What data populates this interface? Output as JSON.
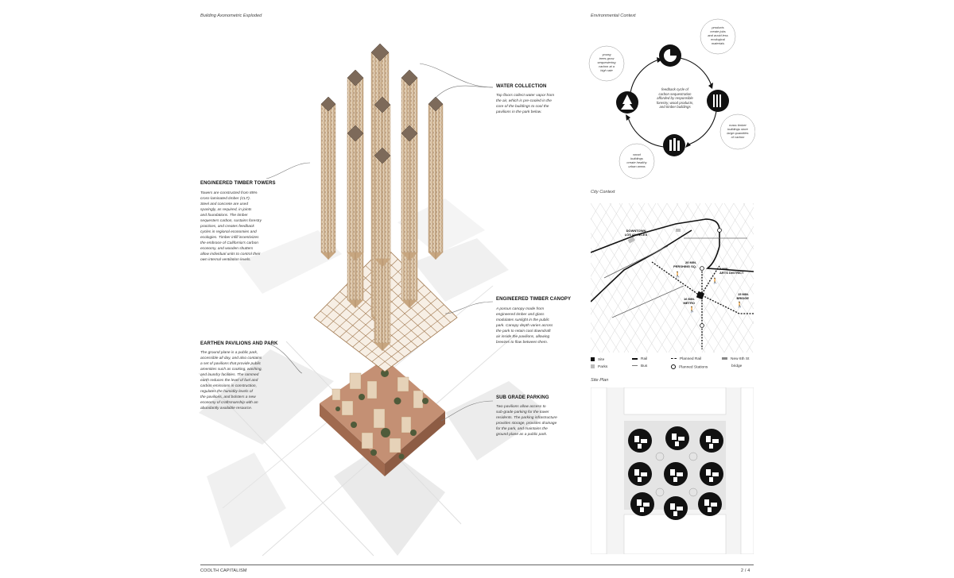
{
  "headers": {
    "axon": "Building Axonometric Exploded",
    "env": "Environmental Context",
    "city": "City Context",
    "site": "Site Plan"
  },
  "sections": {
    "water": {
      "title": "WATER COLLECTION",
      "body": [
        "Top floors collect water vapor from",
        "the air, which is pre-cooled in the",
        "core of the buildings to cool the",
        "pavilions in the park below."
      ]
    },
    "towers": {
      "title": "ENGINEERED TIMBER TOWERS",
      "body": [
        "Towers are constructed from 85%",
        "cross-laminated timber (CLT).",
        "Steel and concrete are used",
        "sparingly, as required, in joints",
        "and foundations. The timber",
        "sequesters carbon, sustains forestry",
        "practices, and creates feedback",
        "cycles in regional economies and",
        "ecologies. Timber infill incentivizes",
        "the embrace of California's carbon",
        "economy, and wooden shutters",
        "allow individual units to control their",
        "own internal ventilation levels."
      ]
    },
    "canopy": {
      "title": "ENGINEERED TIMBER CANOPY",
      "body": [
        "A porous canopy made from",
        "engineered timber and glass",
        "modulates sunlight in the public",
        "park. Canopy depth varies across",
        "the park to retain cool downdraft",
        "air inside the pavilions, allowing",
        "breezes to flow between them."
      ]
    },
    "earthen": {
      "title": "EARTHEN PAVILIONS AND PARK",
      "body": [
        "The ground plane is a public park,",
        "accessible all day, and also contains",
        "a set of pavilions that provide public",
        "amenities such as cooking, washing,",
        "and laundry facilities. The rammed",
        "earth reduces the level of fuel and",
        "carbon emissions in construction,",
        "regulates the humidity levels of",
        "the pavilions, and bolsters a new",
        "economy of craftsmanship with an",
        "abundantly available resource."
      ]
    },
    "parking": {
      "title": "SUB GRADE PARKING",
      "body": [
        "Two pavilions allow access to",
        "sub-grade parking for the tower",
        "residents. The parking infrastructure",
        "provides storage, provides drainage",
        "for the park, and maintains the",
        "ground plane as a public park."
      ]
    }
  },
  "env_cycle": {
    "center": [
      "feedback cycle of",
      "carbon sequestration",
      "afforded by responsible",
      "forestry, wood products,",
      "and timber buildings"
    ],
    "bubbles": {
      "young": [
        "young",
        "trees grow",
        "sequestering",
        "carbon at a",
        "high rate"
      ],
      "products": [
        "products",
        "create jobs",
        "and avoid less",
        "ecological",
        "materials"
      ],
      "mass": [
        "mass timber",
        "buildings store",
        "large quantities",
        "of carbon"
      ],
      "wood": [
        "wood",
        "buildings",
        "create healthy",
        "urban areas"
      ]
    },
    "icons": [
      "forest-icon",
      "wood-products-icon",
      "timber-columns-icon",
      "timber-building-icon"
    ]
  },
  "map": {
    "labels": {
      "downtown": [
        "DOWNTOWN",
        "LOS ANGELES"
      ],
      "pershing": [
        "20 MIN.",
        "PERSHING SQ."
      ],
      "arts": [
        "7 MIN.",
        "ARTS DISTRICT"
      ],
      "metro": [
        "16 MIN.",
        "METRO"
      ],
      "bridge": [
        "15 MIN.",
        "BRIDGE"
      ]
    },
    "legend": [
      {
        "key": "site",
        "label": "Site"
      },
      {
        "key": "rail",
        "label": "Rail"
      },
      {
        "key": "planned_rail",
        "label": "Planned Rail"
      },
      {
        "key": "new_6th",
        "label": "New 6th St"
      },
      {
        "key": "parks",
        "label": "Parks"
      },
      {
        "key": "bus",
        "label": "Bus"
      },
      {
        "key": "planned_stations",
        "label": "Planned Stations"
      },
      {
        "key": "bridge",
        "label": "bridge"
      }
    ]
  },
  "footer": {
    "title": "COOLTH CAPITALISM",
    "page": "2 / 4"
  },
  "colors": {
    "timber": "#d9bfa0",
    "timber_dark": "#a88763",
    "earth": "#b0795a",
    "tree": "#4f5b3a",
    "ink": "#111111"
  }
}
